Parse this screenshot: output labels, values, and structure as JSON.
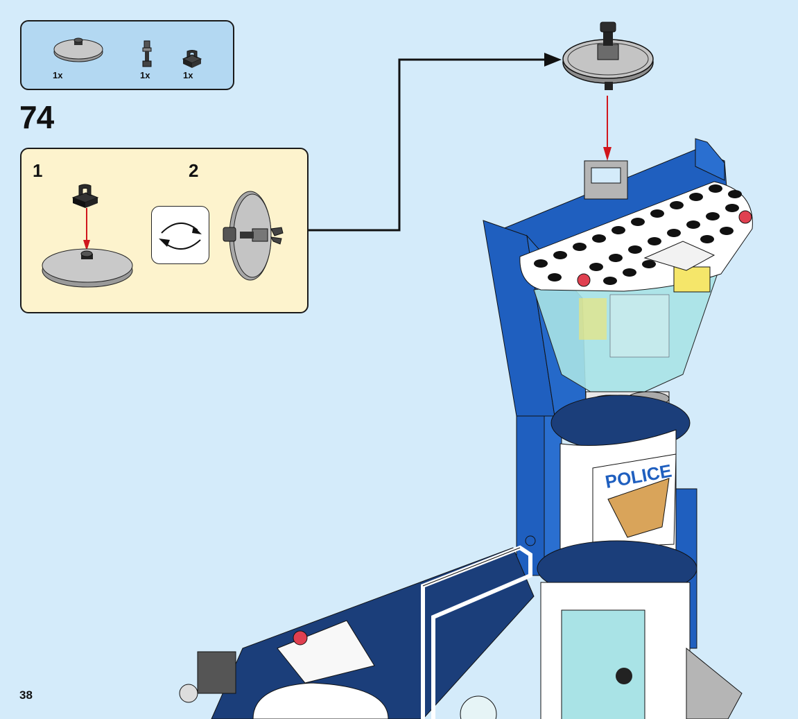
{
  "page": {
    "number": "38",
    "step_number": "74",
    "background_color": "#d4ebfa"
  },
  "parts_list": {
    "items": [
      {
        "part": "round-dish-plate-gray",
        "quantity": "1x"
      },
      {
        "part": "antenna-bar-connector-black",
        "quantity": "1x"
      },
      {
        "part": "clip-plate-1x1-black",
        "quantity": "1x"
      }
    ]
  },
  "sub_assembly": {
    "steps": [
      {
        "number": "1",
        "description": "attach-clip-to-dish"
      },
      {
        "number": "2",
        "description": "rotate-and-insert-antenna"
      }
    ],
    "rotate_icon": "rotate-arrows-icon"
  },
  "main_model": {
    "decal_text": "POLICE",
    "colors": {
      "blue": "#1f5fbf",
      "dark_blue": "#1b3e7a",
      "white": "#ffffff",
      "gray": "#b5b5b5",
      "trans_light_blue": "#a9e3e6",
      "red_arrow": "#d0161c",
      "trans_red": "#e04050",
      "trans_yellow": "#f5e66a",
      "badge_gold": "#d9a45a"
    }
  }
}
